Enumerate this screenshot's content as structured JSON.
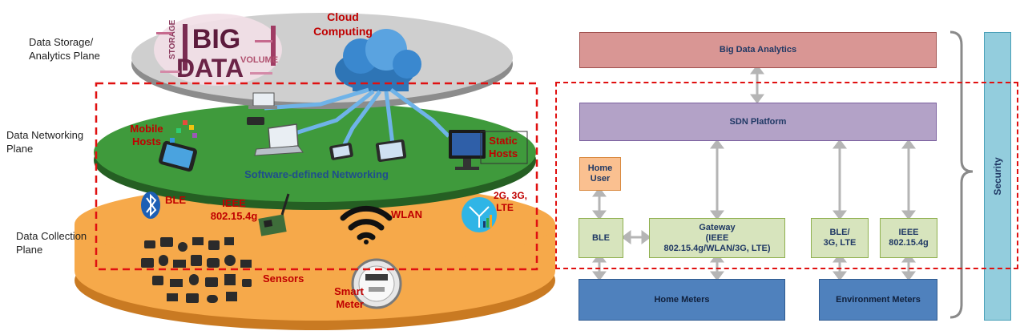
{
  "left": {
    "plane_labels": {
      "storage": "Data Storage/\nAnalytics Plane",
      "networking": "Data Networking\nPlane",
      "collection": "Data Collection\nPlane"
    },
    "big_data_cloud": {
      "big": "BIG",
      "data": "DATA",
      "storage": "STORAGE",
      "volume": "VOLUME"
    },
    "cloud_computing": "Cloud\nComputing",
    "mobile_hosts": "Mobile\nHosts",
    "static_hosts": "Static\nHosts",
    "sdn": "Software-defined Networking",
    "ble": "BLE",
    "ieee": "IEEE\n802.15.4g",
    "wlan": "WLAN",
    "cellular": "2G, 3G,\nLTE",
    "sensors": "Sensors",
    "smart_meter": "Smart\nMeter"
  },
  "right": {
    "big_data_analytics": "Big Data Analytics",
    "sdn_platform": "SDN Platform",
    "home_user": "Home\nUser",
    "ble": "BLE",
    "gateway": "Gateway\n(IEEE\n802.15.4g/WLAN/3G, LTE)",
    "ble_3g": "BLE/\n3G, LTE",
    "ieee": "IEEE\n802.15.4g",
    "home_meters": "Home Meters",
    "env_meters": "Environment Meters",
    "security": "Security"
  },
  "colors": {
    "analytics": "#d99694",
    "sdn": "#b3a2c7",
    "home_user": "#fac090",
    "green_box": "#d7e4bd",
    "meters": "#4f81bd",
    "security": "#93cddd",
    "dashed": "#e01010",
    "top_plane": "#c8c8c8",
    "mid_plane": "#3f9a3c",
    "bottom_plane": "#f6a94a",
    "label_red": "#c00000"
  }
}
